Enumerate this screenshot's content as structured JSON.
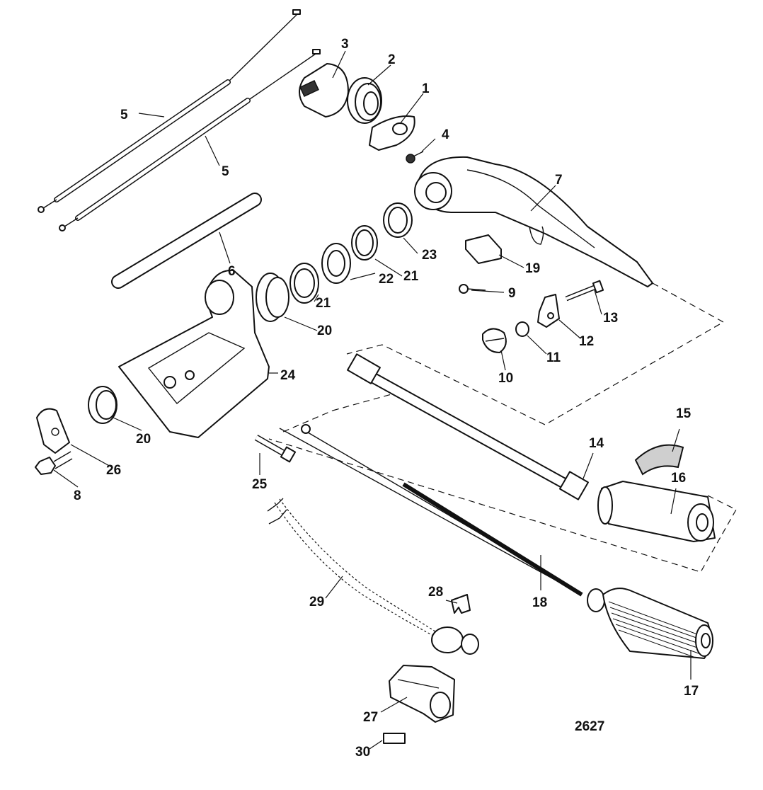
{
  "diagram": {
    "drawing_number": "2627",
    "callouts": [
      {
        "id": "c1",
        "text": "1"
      },
      {
        "id": "c2",
        "text": "2"
      },
      {
        "id": "c3",
        "text": "3"
      },
      {
        "id": "c4",
        "text": "4"
      },
      {
        "id": "c5a",
        "text": "5"
      },
      {
        "id": "c5b",
        "text": "5"
      },
      {
        "id": "c6",
        "text": "6"
      },
      {
        "id": "c7",
        "text": "7"
      },
      {
        "id": "c8",
        "text": "8"
      },
      {
        "id": "c9",
        "text": "9"
      },
      {
        "id": "c10",
        "text": "10"
      },
      {
        "id": "c11",
        "text": "11"
      },
      {
        "id": "c12",
        "text": "12"
      },
      {
        "id": "c13",
        "text": "13"
      },
      {
        "id": "c14",
        "text": "14"
      },
      {
        "id": "c15",
        "text": "15"
      },
      {
        "id": "c16",
        "text": "16"
      },
      {
        "id": "c17",
        "text": "17"
      },
      {
        "id": "c18",
        "text": "18"
      },
      {
        "id": "c19",
        "text": "19"
      },
      {
        "id": "c20a",
        "text": "20"
      },
      {
        "id": "c20b",
        "text": "20"
      },
      {
        "id": "c21a",
        "text": "21"
      },
      {
        "id": "c21b",
        "text": "21"
      },
      {
        "id": "c22",
        "text": "22"
      },
      {
        "id": "c23",
        "text": "23"
      },
      {
        "id": "c24",
        "text": "24"
      },
      {
        "id": "c25",
        "text": "25"
      },
      {
        "id": "c26",
        "text": "26"
      },
      {
        "id": "c27",
        "text": "27"
      },
      {
        "id": "c28",
        "text": "28"
      },
      {
        "id": "c29",
        "text": "29"
      },
      {
        "id": "c30",
        "text": "30"
      }
    ]
  }
}
